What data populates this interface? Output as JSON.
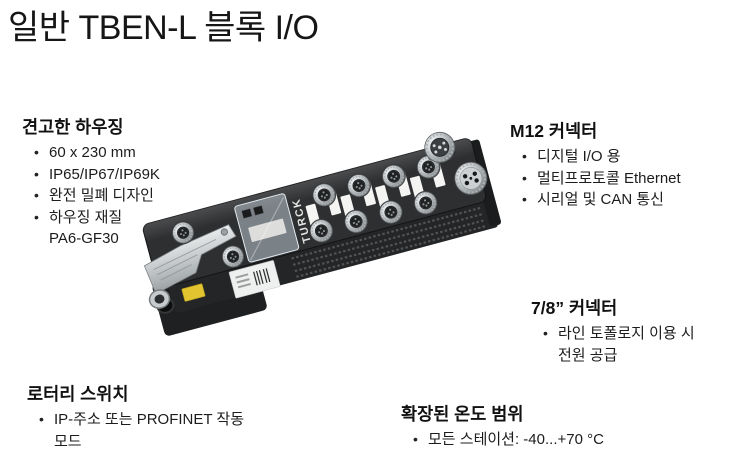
{
  "slide": {
    "title": "일반 TBEN-L 블록 I/O"
  },
  "sections": {
    "housing": {
      "heading": "견고한 하우징",
      "items": [
        {
          "text": "60 x 230 mm"
        },
        {
          "text": "IP65/IP67/IP69K"
        },
        {
          "text": "완전 밀폐 디자인"
        },
        {
          "text": "하우징 재질",
          "line2": "PA6-GF30"
        }
      ]
    },
    "m12": {
      "heading": "M12 커넥터",
      "items": [
        {
          "text": "디지털 I/O 용"
        },
        {
          "text": "멀티프로토콜 Ethernet"
        },
        {
          "text": "시리얼 및 CAN 통신"
        }
      ]
    },
    "connector78": {
      "heading": "7/8” 커넥터",
      "items": [
        {
          "text": "라인 토폴로지 이용 시",
          "line2": "전원 공급"
        }
      ]
    },
    "rotary": {
      "heading": "로터리 스위치",
      "items": [
        {
          "text": "IP-주소 또는 PROFINET 작동",
          "line2": "모드"
        }
      ]
    },
    "temperature": {
      "heading": "확장된 온도 범위",
      "items": [
        {
          "text": "모든 스테이션: -40...+70 °C"
        }
      ]
    }
  },
  "device": {
    "brand": "TURCK",
    "body_color": "#2e2f31",
    "label_color": "#f4f4f2",
    "sticker_yellow": "#e2c431",
    "window_tint": "#b9c4cd"
  }
}
